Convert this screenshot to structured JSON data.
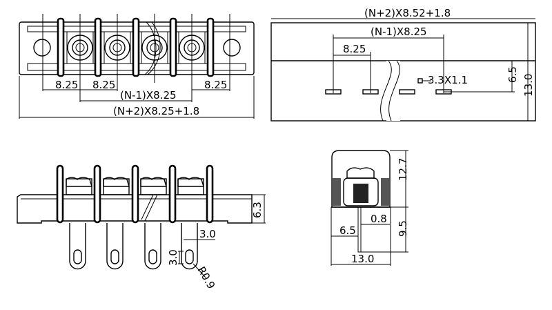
{
  "top_view": {
    "pitch_1": "8.25",
    "pitch_2": "8.25",
    "pitch_3": "8.25",
    "span": "(N-1)X8.25",
    "overall": "(N+2)X8.25+1.8"
  },
  "pcb_view": {
    "overall": "(N+2)X8.52+1.8",
    "span": "(N-1)X8.25",
    "pitch": "8.25",
    "slot": "3.3X1.1",
    "row_offset": "6.5",
    "depth": "13.0"
  },
  "front_view": {
    "base_height": "6.3",
    "pin_width": "3.0",
    "slot_length": "3.0",
    "radius": "R0.9"
  },
  "side_view": {
    "height_above": "12.7",
    "pin_length": "9.5",
    "pin_offset": "6.5",
    "pin_thickness": "0.8",
    "width": "13.0"
  },
  "colors": {
    "line": "#000000",
    "background": "#ffffff"
  }
}
